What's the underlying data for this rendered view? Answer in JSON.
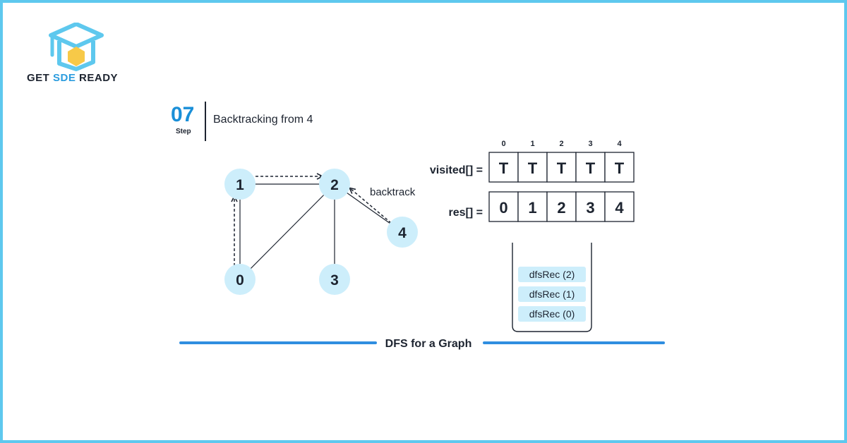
{
  "brand": {
    "name_part1": "GET ",
    "name_part2": "SDE",
    "name_part3": " READY",
    "accent_color": "#2b9cde",
    "hex_color": "#f7c948"
  },
  "step": {
    "number": "07",
    "word": "Step",
    "title": "Backtracking from 4"
  },
  "graph": {
    "nodes": [
      {
        "id": "0",
        "label": "0"
      },
      {
        "id": "1",
        "label": "1"
      },
      {
        "id": "2",
        "label": "2"
      },
      {
        "id": "3",
        "label": "3"
      },
      {
        "id": "4",
        "label": "4"
      }
    ],
    "edges": [
      {
        "from": "0",
        "to": "1"
      },
      {
        "from": "1",
        "to": "2"
      },
      {
        "from": "0",
        "to": "2"
      },
      {
        "from": "2",
        "to": "3"
      },
      {
        "from": "2",
        "to": "4"
      }
    ],
    "traversal_arrows": [
      {
        "from": "0",
        "to": "1"
      },
      {
        "from": "1",
        "to": "2"
      },
      {
        "from": "4",
        "to": "2",
        "label": "backtrack"
      }
    ],
    "node_color": "#cdeefb"
  },
  "arrays": {
    "indices": [
      "0",
      "1",
      "2",
      "3",
      "4"
    ],
    "visited": {
      "label": "visited[] =",
      "values": [
        "T",
        "T",
        "T",
        "T",
        "T"
      ]
    },
    "res": {
      "label": "res[] =",
      "values": [
        "0",
        "1",
        "2",
        "3",
        "4"
      ]
    }
  },
  "stack": {
    "frames": [
      "dfsRec (2)",
      "dfsRec (1)",
      "dfsRec (0)"
    ],
    "frame_color": "#cdeefb"
  },
  "caption": {
    "text": "DFS for a Graph",
    "line_color": "#2f8ee0"
  }
}
